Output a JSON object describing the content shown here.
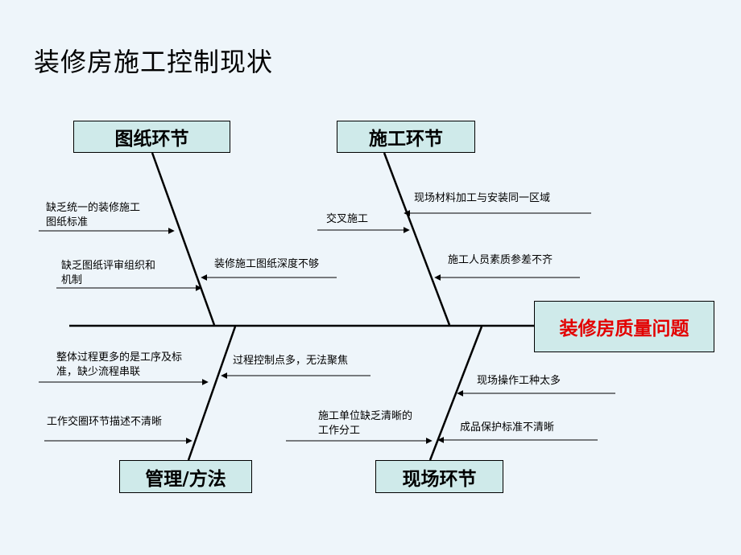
{
  "title": "装修房施工控制现状",
  "effect": "装修房质量问题",
  "categories": {
    "drawing": "图纸环节",
    "construction": "施工环节",
    "management": "管理/方法",
    "site": "现场环节"
  },
  "causes": {
    "drawing": [
      [
        "缺乏统一的装修施工",
        "图纸标准"
      ],
      [
        "缺乏图纸评审组织和",
        "机制"
      ],
      [
        "装修施工图纸深度不够"
      ]
    ],
    "construction": [
      [
        "现场材料加工与安装同一区域"
      ],
      [
        "交叉施工"
      ],
      [
        "施工人员素质参差不齐"
      ]
    ],
    "management": [
      [
        "整体过程更多的是工序及标",
        "准，缺少流程串联"
      ],
      [
        "过程控制点多，无法聚焦"
      ],
      [
        "工作交圈环节描述不清晰"
      ]
    ],
    "site": [
      [
        "现场操作工种太多"
      ],
      [
        "施工单位缺乏清晰的",
        "工作分工"
      ],
      [
        "成品保护标准不清晰"
      ]
    ]
  }
}
